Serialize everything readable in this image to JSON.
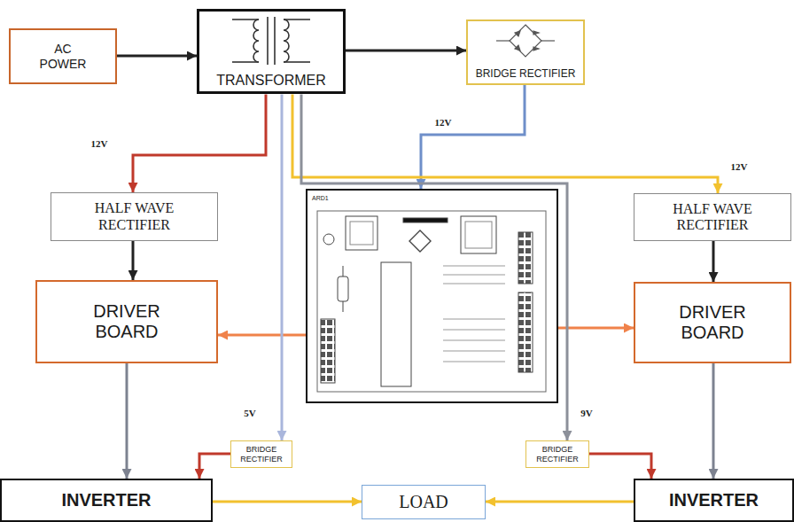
{
  "diagram": {
    "nodes": [
      {
        "text": [
          "AC POWER"
        ]
      },
      {
        "text": [
          "TRANSFORMER"
        ]
      },
      {
        "text": [
          "BRIDGE RECTIFIER"
        ]
      },
      {
        "text": [
          "HALF WAVE RECTIFIER"
        ]
      },
      {
        "text": [
          "ARD1"
        ]
      },
      {
        "text": [
          "HALF WAVE RECTIFIER"
        ]
      },
      {
        "text": [
          "DRIVER BOARD"
        ]
      },
      {
        "text": [
          "DRIVER BOARD"
        ]
      },
      {
        "text": [
          "BRIDGE RECTIFIER"
        ]
      },
      {
        "text": [
          "BRIDGE RECTIFIER"
        ]
      },
      {
        "text": [
          "INVERTER"
        ]
      },
      {
        "text": [
          "LOAD"
        ]
      },
      {
        "text": [
          "INVERTER"
        ]
      }
    ],
    "edges": [
      {
        "from": 0,
        "to": 1,
        "arrow": "to"
      },
      {
        "from": 1,
        "to": 2,
        "arrow": "to"
      },
      {
        "from": 1,
        "to": 3,
        "label": "12V",
        "arrow": "to"
      },
      {
        "from": 2,
        "to": 4,
        "label": "12V",
        "arrow": "to"
      },
      {
        "from": 1,
        "to": 5,
        "label": "12V",
        "arrow": "to"
      },
      {
        "from": 3,
        "to": 6,
        "arrow": "to"
      },
      {
        "from": 5,
        "to": 7,
        "arrow": "to"
      },
      {
        "from": 4,
        "to": 6,
        "arrow": "to"
      },
      {
        "from": 4,
        "to": 7,
        "arrow": "to"
      },
      {
        "from": 1,
        "to": 8,
        "label": "5V",
        "arrow": "to"
      },
      {
        "from": 1,
        "to": 9,
        "label": "9V",
        "arrow": "to"
      },
      {
        "from": 6,
        "to": 10,
        "arrow": "to"
      },
      {
        "from": 7,
        "to": 12,
        "arrow": "to"
      },
      {
        "from": 8,
        "to": 10,
        "arrow": "to"
      },
      {
        "from": 9,
        "to": 12,
        "arrow": "to"
      },
      {
        "from": 10,
        "to": 11,
        "arrow": "to"
      },
      {
        "from": 12,
        "to": 11,
        "arrow": "to"
      }
    ]
  }
}
